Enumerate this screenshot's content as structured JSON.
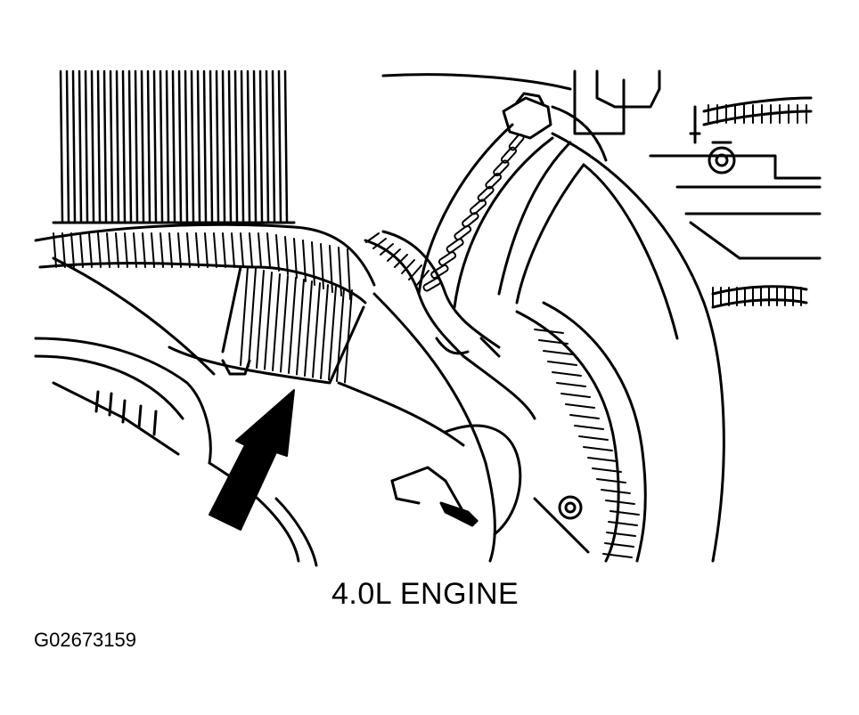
{
  "diagram": {
    "caption": "4.0L ENGINE",
    "figure_id": "G02673159"
  },
  "colors": {
    "ink": "#000000",
    "paper": "#ffffff"
  },
  "parts": [
    "air-cleaner-element",
    "intake-air-duct",
    "hose-clamp",
    "throttle-body-elbow",
    "wiring-harness",
    "mounting-bolt",
    "direction-arrow"
  ]
}
